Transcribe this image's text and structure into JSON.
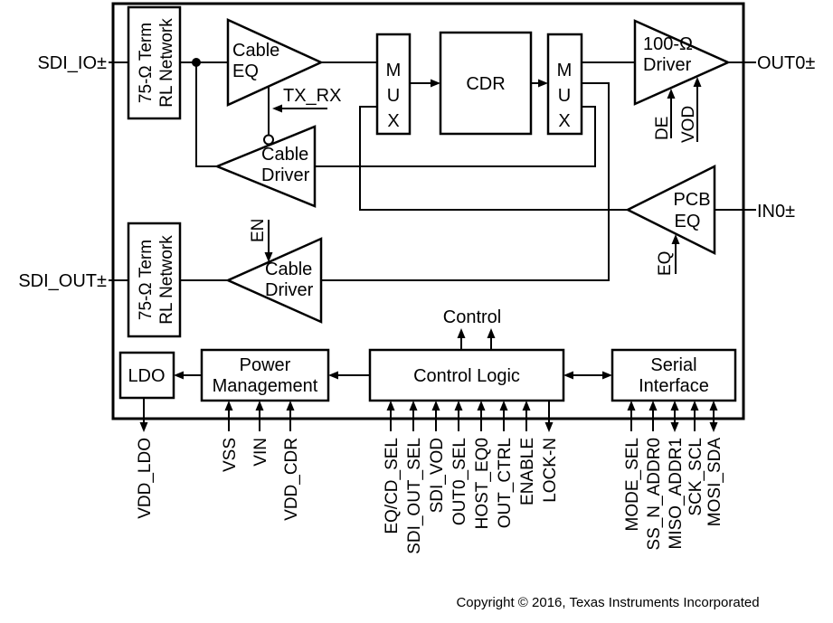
{
  "colors": {
    "foreground": "#000000",
    "background": "#ffffff"
  },
  "ports": {
    "sdi_io": "SDI_IO±",
    "sdi_out": "SDI_OUT±",
    "out0": "OUT0±",
    "in0": "IN0±"
  },
  "blocks": {
    "term_top": {
      "line1": "75-Ω Term",
      "line2": "RL Network"
    },
    "term_bottom": {
      "line1": "75-Ω Term",
      "line2": "RL Network"
    },
    "cable_eq": {
      "line1": "Cable",
      "line2": "EQ"
    },
    "cable_driver_top": {
      "line1": "Cable",
      "line2": "Driver"
    },
    "cable_driver_bottom": {
      "line1": "Cable",
      "line2": "Driver"
    },
    "mux1": {
      "m": "M",
      "u": "U",
      "x": "X"
    },
    "mux2": {
      "m": "M",
      "u": "U",
      "x": "X"
    },
    "cdr": {
      "label": "CDR"
    },
    "driver100": {
      "line1": "100-Ω",
      "line2": "Driver"
    },
    "pcb_eq": {
      "line1": "PCB",
      "line2": "EQ"
    },
    "ldo": {
      "label": "LDO"
    },
    "power_mgmt": {
      "line1": "Power",
      "line2": "Management"
    },
    "control_logic": {
      "label": "Control Logic"
    },
    "serial_interface": {
      "line1": "Serial",
      "line2": "Interface"
    }
  },
  "signals": {
    "tx_rx": "TX_RX",
    "en": "EN",
    "de": "DE",
    "vod": "VOD",
    "eq": "EQ",
    "control": "Control"
  },
  "pins": {
    "vdd_ldo": "VDD_LDO",
    "vss": "VSS",
    "vin": "VIN",
    "vdd_cdr": "VDD_CDR",
    "eq_cd_sel": "EQ/CD_SEL",
    "sdi_out_sel": "SDI_OUT_SEL",
    "sdi_vod": "SDI_VOD",
    "out0_sel": "OUT0_SEL",
    "host_eq0": "HOST_EQ0",
    "out_ctrl": "OUT_CTRL",
    "enable": "ENABLE",
    "lock_n": "LOCK-N",
    "mode_sel": "MODE_SEL",
    "ss_n_addr0": "SS_N_ADDR0",
    "miso_addr1": "MISO_ADDR1",
    "sck_scl": "SCK_SCL",
    "mosi_sda": "MOSI_SDA"
  },
  "footer": {
    "copyright": "Copyright © 2016, Texas Instruments Incorporated"
  }
}
